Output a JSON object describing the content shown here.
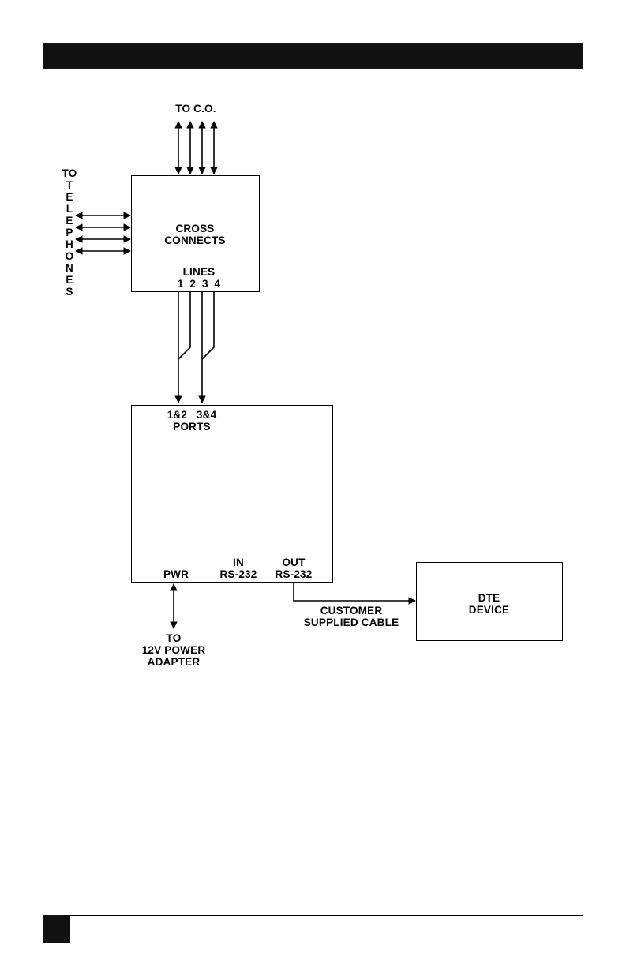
{
  "diagram": {
    "to_co_label": "TO C.O.",
    "to_telephones_label": [
      "TO",
      "T",
      "E",
      "L",
      "E",
      "P",
      "H",
      "O",
      "N",
      "E",
      "S"
    ],
    "cross_connects": {
      "title_line1": "CROSS",
      "title_line2": "CONNECTS",
      "lines_label": "LINES",
      "line_numbers": "1  2  3  4"
    },
    "unit": {
      "ports_numbers": "1&2   3&4",
      "ports_label": "PORTS",
      "pwr_label": "PWR",
      "in_label_line1": "IN",
      "in_label_line2": "RS-232",
      "out_label_line1": "OUT",
      "out_label_line2": "RS-232"
    },
    "power_label": [
      "TO",
      "12V POWER",
      "ADAPTER"
    ],
    "cable_label": [
      "CUSTOMER",
      "SUPPLIED CABLE"
    ],
    "dte": {
      "line1": "DTE",
      "line2": "DEVICE"
    }
  }
}
